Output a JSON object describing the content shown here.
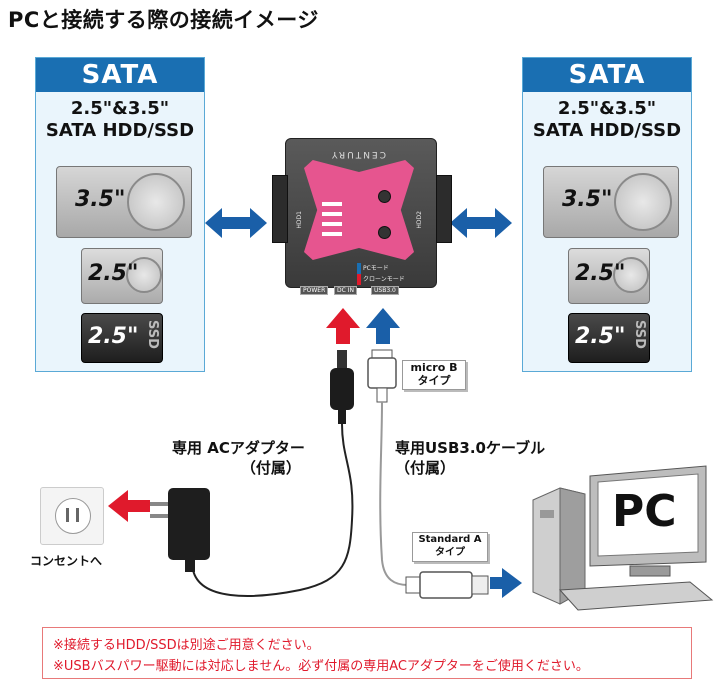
{
  "title": "PCと接続する際の接続イメージ",
  "left_panel": {
    "header": "SATA",
    "subtitle_line1": "2.5\"&3.5\"",
    "subtitle_line2": "SATA HDD/SSD",
    "drives": [
      "3.5\"",
      "2.5\"",
      "2.5\""
    ],
    "ssd_tag": "SSD"
  },
  "right_panel": {
    "header": "SATA",
    "subtitle_line1": "2.5\"&3.5\"",
    "subtitle_line2": "SATA HDD/SSD",
    "drives": [
      "3.5\"",
      "2.5\"",
      "2.5\""
    ],
    "ssd_tag": "SSD"
  },
  "device": {
    "brand": "CENTURY",
    "left_port_label": "HDD1",
    "right_port_label": "HDD2",
    "led_labels": [
      "PCモード",
      "クローンモード"
    ],
    "bottom_labels": [
      "POWER",
      "DC IN",
      "USB3.0"
    ]
  },
  "labels": {
    "micro_b_line1": "micro B",
    "micro_b_line2": "タイプ",
    "standard_a_line1": "Standard A",
    "standard_a_line2": "タイプ",
    "adapter_line1": "専用 ACアダプター",
    "adapter_line2": "（付属）",
    "cable_line1": "専用USB3.0ケーブル",
    "cable_line2": "（付属）",
    "outlet": "コンセントへ",
    "pc": "PC"
  },
  "notice": {
    "line1": "※接続するHDD/SSDは別途ご用意ください。",
    "line2": "※USBバスパワー駆動には対応しません。必ず付属の専用ACアダプターをご使用ください。"
  },
  "colors": {
    "sata_header": "#1a6fb2",
    "panel_bg": "#eaf5fc",
    "arrow_blue": "#1a5fa8",
    "arrow_red": "#e01a2c",
    "device_accent": "#e6558f",
    "notice_text": "#e01a2c"
  }
}
